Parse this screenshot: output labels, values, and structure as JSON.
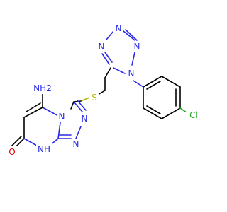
{
  "colors": {
    "bond": "#000000",
    "nitrogen": "#2a2ae6",
    "oxygen": "#e60000",
    "sulfur": "#b3b300",
    "chlorine": "#1fa31f",
    "background": "#ffffff"
  },
  "atoms": {
    "nh2": "NH2",
    "s": "S",
    "cl": "Cl",
    "o": "O",
    "nh": "NH",
    "n_tet_1": "N",
    "n_tet_2": "N",
    "n_tet_3": "N",
    "n_tet_4": "N",
    "n_pyr": "N",
    "n_tri_1": "N",
    "n_tri_2": "N"
  }
}
